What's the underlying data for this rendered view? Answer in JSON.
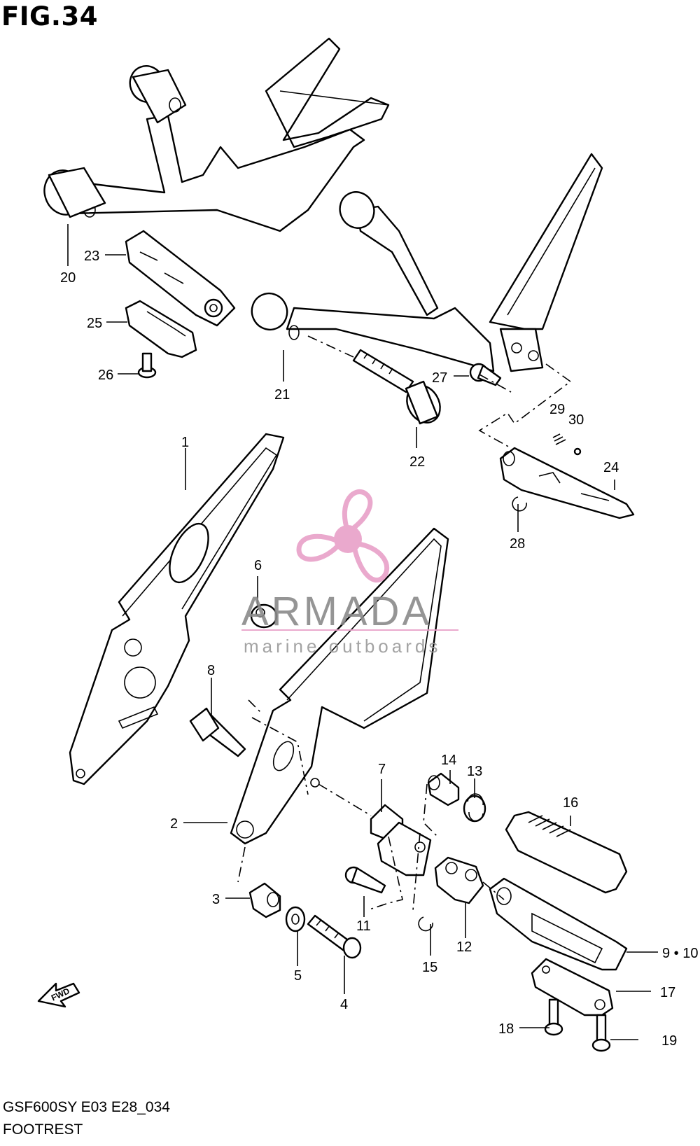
{
  "title": "FIG.34",
  "footer": {
    "model": "GSF600SY E03 E28_034",
    "name": "FOOTREST"
  },
  "watermark": {
    "name": "ARMADA",
    "tagline": "marine outboards",
    "color": "#e8a0c8"
  },
  "fwd_label": "FWD",
  "callouts": {
    "p1": "1",
    "p2": "2",
    "p3": "3",
    "p4": "4",
    "p5": "5",
    "p6": "6",
    "p7": "7",
    "p8": "8",
    "p910": "9 • 10",
    "p11": "11",
    "p12": "12",
    "p13": "13",
    "p14": "14",
    "p15": "15",
    "p16": "16",
    "p17": "17",
    "p18": "18",
    "p19": "19",
    "p20": "20",
    "p21": "21",
    "p22": "22",
    "p23": "23",
    "p24": "24",
    "p25": "25",
    "p26": "26",
    "p27": "27",
    "p28": "28",
    "p29": "29",
    "p30": "30"
  }
}
